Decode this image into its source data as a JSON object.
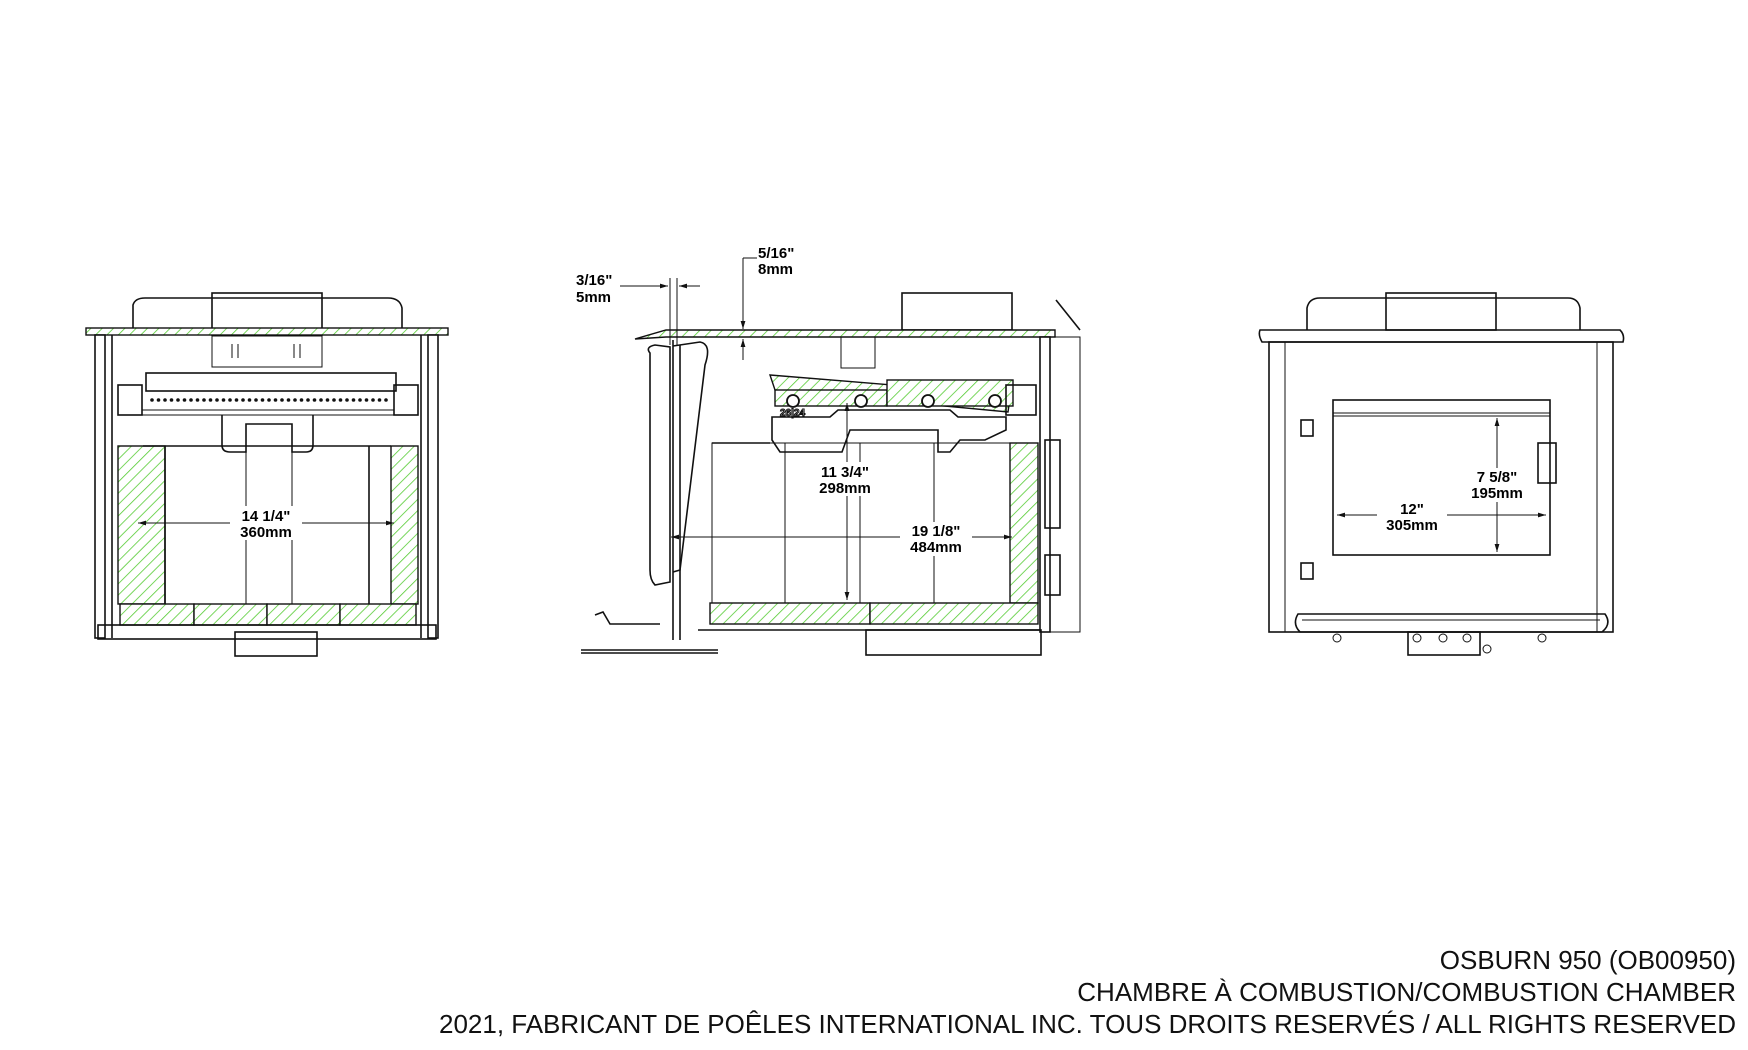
{
  "views": {
    "front": {
      "dim_width": {
        "imperial": "14  1/4\"",
        "metric": "360mm"
      }
    },
    "side": {
      "dim_glass_gap": {
        "imperial": "3/16\"",
        "metric": "5mm"
      },
      "dim_top_thickness": {
        "imperial": "5/16\"",
        "metric": "8mm"
      },
      "dim_height": {
        "imperial": "11  3/4\"",
        "metric": "298mm"
      },
      "dim_depth": {
        "imperial": "19  1/8\"",
        "metric": "484mm"
      },
      "part_label": "26|24"
    },
    "rear": {
      "dim_width": {
        "imperial": "12\"",
        "metric": "305mm"
      },
      "dim_height": {
        "imperial": "7  5/8\"",
        "metric": "195mm"
      }
    }
  },
  "title_block": {
    "line1": "OSBURN 950 (OB00950)",
    "line2": "CHAMBRE À COMBUSTION/COMBUSTION CHAMBER",
    "line3": "2021, FABRICANT DE POÊLES INTERNATIONAL INC. TOUS DROITS RESERVÉS / ALL RIGHTS RESERVED"
  },
  "colors": {
    "hatch": "#55cc33",
    "line": "#111111"
  }
}
